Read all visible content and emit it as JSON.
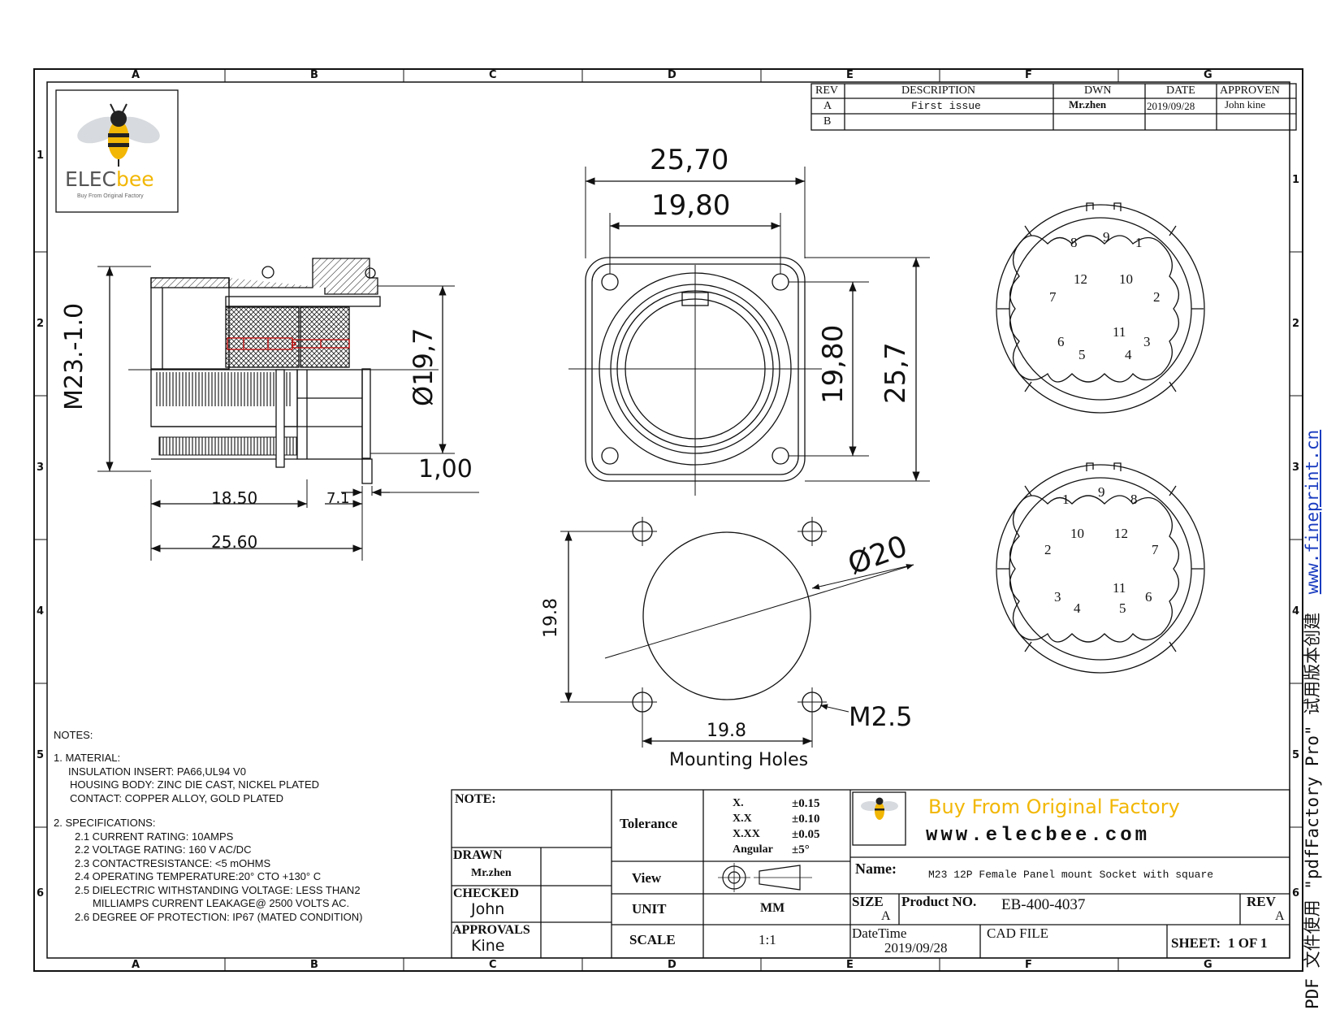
{
  "grid": {
    "columns": [
      "A",
      "B",
      "C",
      "D",
      "E",
      "F",
      "G"
    ],
    "rows": [
      "1",
      "2",
      "3",
      "4",
      "5",
      "6"
    ]
  },
  "logo": {
    "brand_main": "ELEC",
    "brand_accent": "bee",
    "tagline": "Buy From Original Factory"
  },
  "revision_table": {
    "headers": [
      "REV",
      "DESCRIPTION",
      "DWN",
      "DATE",
      "APPROVEN"
    ],
    "rows": [
      [
        "A",
        "First issue",
        "Mr.zhen",
        "2019/09/28",
        "John kine"
      ],
      [
        "B",
        "",
        "",
        "",
        ""
      ]
    ]
  },
  "side_view": {
    "thread_dim": "M23.-1.0",
    "diameter_dim": "Ø19,7",
    "flange_dim": "1,00",
    "body_len": "18.50",
    "short_len": "7.1",
    "total_len": "25.60"
  },
  "front_view": {
    "outer_width": "25,70",
    "hole_spacing": "19,80",
    "hole_spacing_v": "19,80",
    "outer_height": "25,7"
  },
  "mounting_holes": {
    "diameter": "Ø20",
    "v_spacing": "19.8",
    "h_spacing": "19.8",
    "screw": "M2.5",
    "caption": "Mounting Holes"
  },
  "pinout_top": [
    "1",
    "2",
    "3",
    "4",
    "5",
    "6",
    "7",
    "8",
    "9",
    "10",
    "11",
    "12"
  ],
  "pinout_bottom": [
    "1",
    "2",
    "3",
    "4",
    "5",
    "6",
    "7",
    "8",
    "9",
    "10",
    "11",
    "12"
  ],
  "notes": {
    "title": "NOTES:",
    "lines": [
      "1.  MATERIAL:",
      "INSULATION INSERT: PA66,UL94 V0",
      "HOUSING BODY: ZINC DIE CAST, NICKEL PLATED",
      "CONTACT: COPPER ALLOY, GOLD PLATED",
      "",
      "2.  SPECIFICATIONS:",
      "2.1 CURRENT RATING: 10AMPS",
      "2.2 VOLTAGE RATING: 160 V AC/DC",
      "2.3 CONTACTRESISTANCE: <5 mOHMS",
      "2.4 OPERATING TEMPERATURE:20° CTO +130° C",
      "2.5 DIELECTRIC WITHSTANDING VOLTAGE: LESS THAN2",
      "MILLIAMPS CURRENT LEAKAGE@ 2500 VOLTS AC.",
      "2.6 DEGREE OF PROTECTION: IP67 (MATED CONDITION)"
    ]
  },
  "title_block": {
    "note_label": "NOTE:",
    "drawn_label": "DRAWN",
    "drawn_value": "Mr.zhen",
    "checked_label": "CHECKED",
    "checked_value": "John",
    "approvals_label": "APPROVALS",
    "approvals_value": "Kine",
    "tolerance_label": "Tolerance",
    "tolerances": [
      {
        "k": "X.",
        "v": "±0.15"
      },
      {
        "k": "X.X",
        "v": "±0.10"
      },
      {
        "k": "X.XX",
        "v": "±0.05"
      },
      {
        "k": "Angular",
        "v": "±5°"
      }
    ],
    "view_label": "View",
    "unit_label": "UNIT",
    "unit_value": "MM",
    "scale_label": "SCALE",
    "scale_value": "1:1",
    "slogan": "Buy From Original  Factory",
    "website": "www.elecbee.com",
    "name_label": "Name:",
    "name_value": "M23 12P Female Panel mount Socket with square",
    "size_label": "SIZE",
    "size_value": "A",
    "product_label": "Product NO.",
    "product_value": "EB-400-4037",
    "rev_label": "REV",
    "rev_value": "A",
    "datetime_label": "DateTime",
    "datetime_value": "2019/09/28",
    "cad_label": "CAD FILE",
    "sheet_label": "SHEET:",
    "sheet_value": "1 OF 1"
  },
  "watermark": {
    "text": "PDF 文件使用 \"pdfFactory Pro\" 试用版本创建",
    "link": "www.fineprint.cn"
  },
  "colors": {
    "line": "#111111",
    "accent": "#c90000",
    "brand_yellow": "#f2b705",
    "link": "#1a3cc0"
  }
}
